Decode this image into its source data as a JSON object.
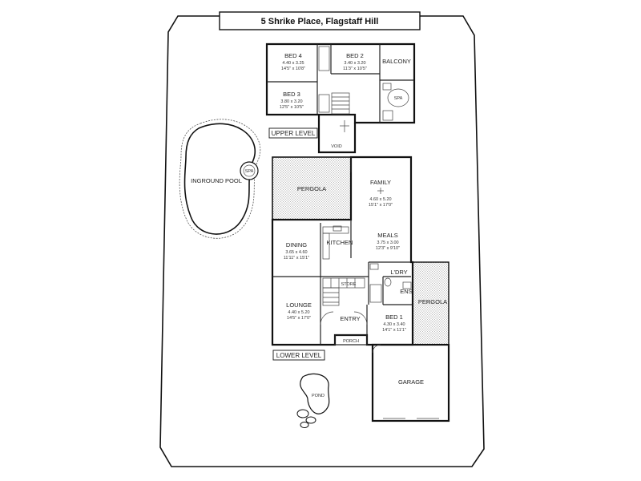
{
  "title": "5 Shrike Place, Flagstaff Hill",
  "levels": {
    "upper": "UPPER LEVEL",
    "lower": "LOWER LEVEL"
  },
  "rooms": {
    "bed4": {
      "name": "BED 4",
      "dim_m": "4.40 x 3.25",
      "dim_ft": "14'5\" x 10'8\""
    },
    "bed2": {
      "name": "BED 2",
      "dim_m": "3.40 x 3.20",
      "dim_ft": "11'3\" x 10'5\""
    },
    "balcony": {
      "name": "BALCONY"
    },
    "bed3": {
      "name": "BED 3",
      "dim_m": "3.80 x 3.20",
      "dim_ft": "12'5\" x 10'5\""
    },
    "spa_upper": {
      "name": "SPA"
    },
    "void": {
      "name": "VOID"
    },
    "pool": {
      "name": "INGROUND POOL"
    },
    "pool_spa": {
      "name": "SPA"
    },
    "pergola_top": {
      "name": "PERGOLA"
    },
    "family": {
      "name": "FAMILY",
      "dim_m": "4.60 x 5.20",
      "dim_ft": "15'1\" x 17'0\""
    },
    "dining": {
      "name": "DINING",
      "dim_m": "3.65 x 4.60",
      "dim_ft": "11'11\" x 15'1\""
    },
    "kitchen": {
      "name": "KITCHEN"
    },
    "meals": {
      "name": "MEALS",
      "dim_m": "3.75 x 3.00",
      "dim_ft": "12'3\" x 9'10\""
    },
    "ldry": {
      "name": "L'DRY"
    },
    "ens": {
      "name": "ENS"
    },
    "store": {
      "name": "STORE"
    },
    "pergola_side": {
      "name": "PERGOLA"
    },
    "lounge": {
      "name": "LOUNGE",
      "dim_m": "4.40 x 5.20",
      "dim_ft": "14'5\" x 17'0\""
    },
    "entry": {
      "name": "ENTRY"
    },
    "bed1": {
      "name": "BED 1",
      "dim_m": "4.30 x 3.40",
      "dim_ft": "14'1\" x 11'1\""
    },
    "porch": {
      "name": "PORCH"
    },
    "garage": {
      "name": "GARAGE"
    },
    "pond": {
      "name": "POND"
    }
  }
}
